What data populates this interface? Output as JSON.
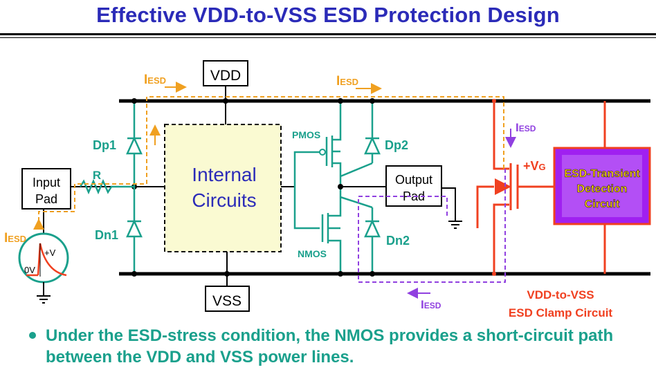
{
  "title": "Effective VDD-to-VSS ESD Protection Design",
  "labels": {
    "vdd": "VDD",
    "vss": "VSS",
    "input_pad_line1": "Input",
    "input_pad_line2": "Pad",
    "output_pad_line1": "Output",
    "output_pad_line2": "Pad",
    "internal_line1": "Internal",
    "internal_line2": "Circuits",
    "esd_detect_line1": "ESD-Transient",
    "esd_detect_line2": "Detection",
    "esd_detect_line3": "Circuit",
    "clamp_line1": "VDD-to-VSS",
    "clamp_line2": "ESD Clamp Circuit",
    "dp1": "Dp1",
    "dn1": "Dn1",
    "dp2": "Dp2",
    "dn2": "Dn2",
    "pmos": "PMOS",
    "nmos": "NMOS",
    "r": "R",
    "vg_plus": "+V",
    "vg_sub": "G",
    "i_main": "I",
    "i_sub": "ESD",
    "src_plus_v": "+V",
    "src_zero_v": "0V"
  },
  "bullet": "Under the ESD-stress condition, the NMOS provides a short-circuit path between the VDD and VSS power lines.",
  "colors": {
    "title": "#2b2bb8",
    "teal": "#1aa08c",
    "orange": "#f0a020",
    "purple": "#9040e0",
    "red": "#f04020",
    "wire": "#000000",
    "internal_fill": "#fafad2",
    "detector_fill": "#a020f0",
    "detector_text": "#ffd700"
  }
}
